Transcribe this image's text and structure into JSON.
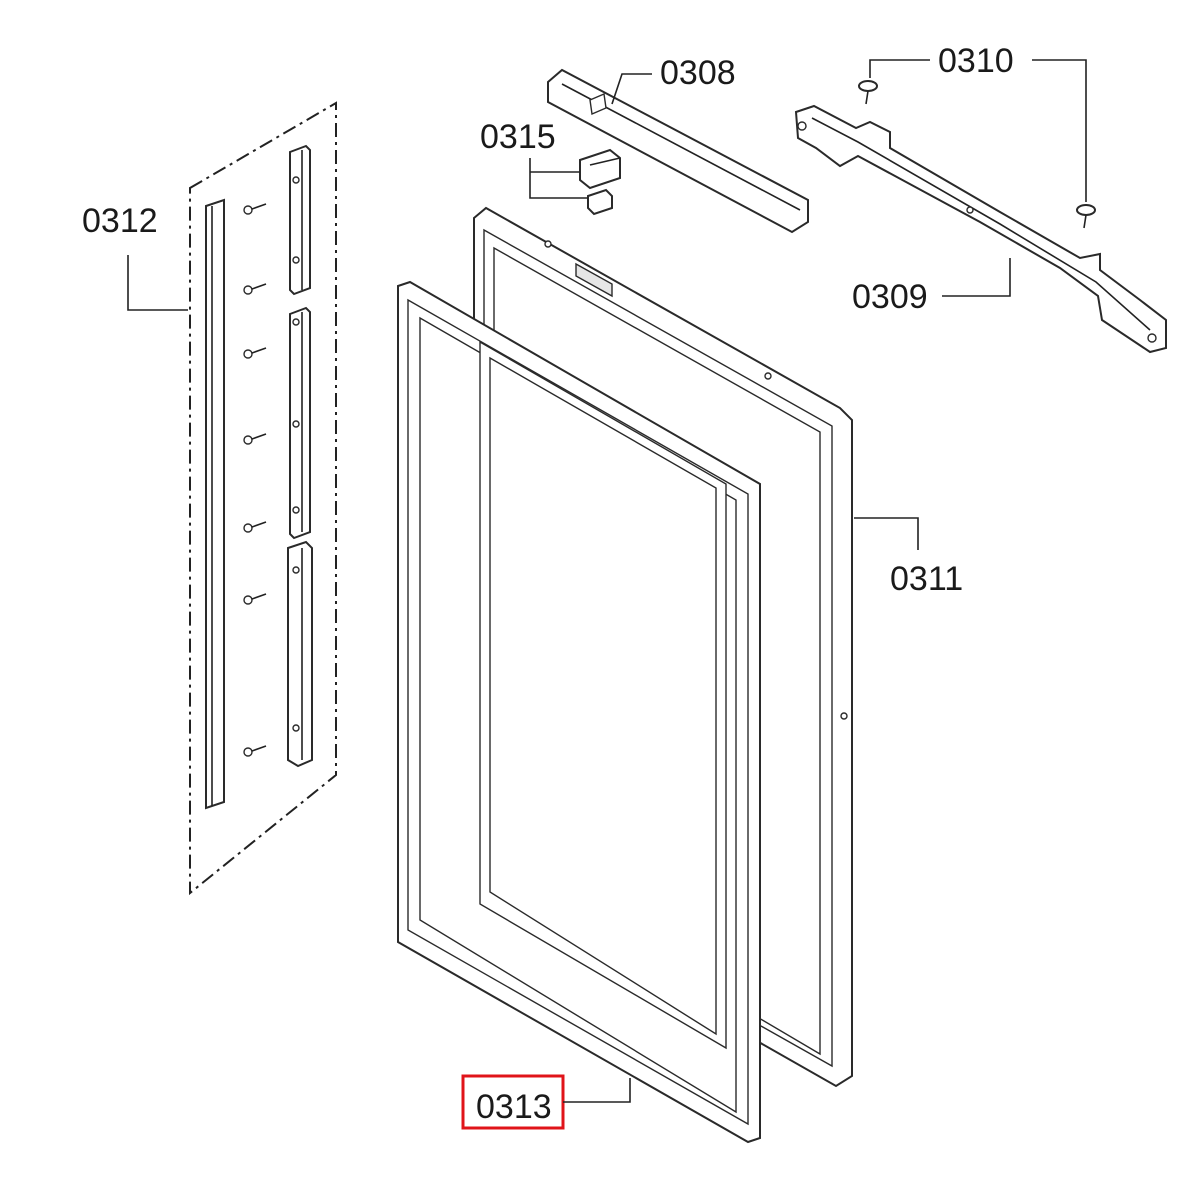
{
  "labels": {
    "p0308": "0308",
    "p0309": "0309",
    "p0310": "0310",
    "p0311": "0311",
    "p0312": "0312",
    "p0313": "0313",
    "p0315": "0315"
  },
  "highlight": {
    "part": "0313",
    "color": "#e0141a"
  }
}
